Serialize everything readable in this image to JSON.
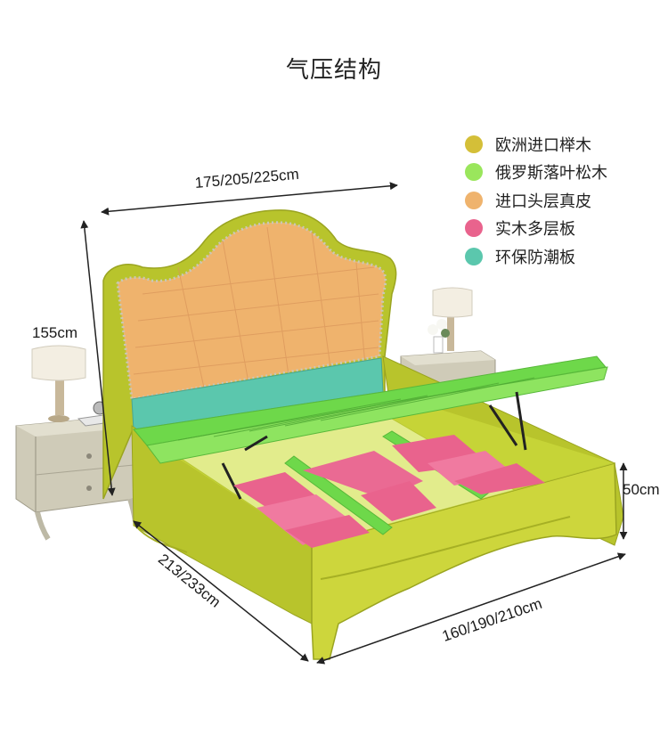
{
  "title": "气压结构",
  "legend": [
    {
      "label": "欧洲进口榉木",
      "color": "#d4bf38"
    },
    {
      "label": "俄罗斯落叶松木",
      "color": "#9ae65c"
    },
    {
      "label": "进口头层真皮",
      "color": "#efb36d"
    },
    {
      "label": "实木多层板",
      "color": "#e9638d"
    },
    {
      "label": "环保防潮板",
      "color": "#5bc7ad"
    }
  ],
  "dimensions": {
    "headboard_width": "175/205/225cm",
    "headboard_height": "155cm",
    "bed_length": "213/233cm",
    "bed_width": "160/190/210cm",
    "frame_height": "50cm"
  },
  "colors": {
    "frame": "#b8c42c",
    "frame_light": "#cdd63c",
    "slats": "#6ed84a",
    "headboard": "#efb36d",
    "panel": "#5bc7ad",
    "cushion": "#e9638d",
    "nightstand": "#cfcbb8"
  }
}
